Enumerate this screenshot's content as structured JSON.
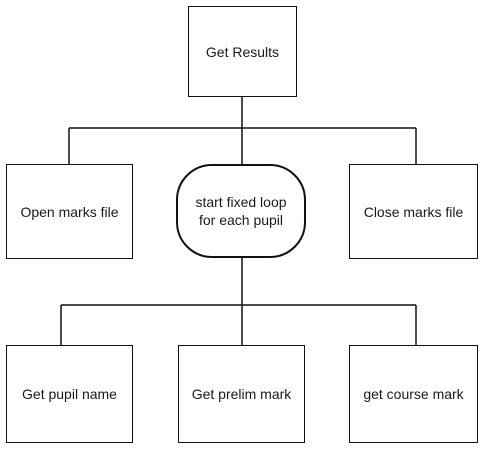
{
  "diagram": {
    "root": {
      "label": "Get Results"
    },
    "level1": {
      "left": {
        "label": "Open marks file"
      },
      "center": {
        "label": "start fixed loop for each pupil"
      },
      "right": {
        "label": "Close marks file"
      }
    },
    "level2": {
      "left": {
        "label": "Get pupil name"
      },
      "center": {
        "label": "Get prelim mark"
      },
      "right": {
        "label": "get course mark"
      }
    }
  }
}
